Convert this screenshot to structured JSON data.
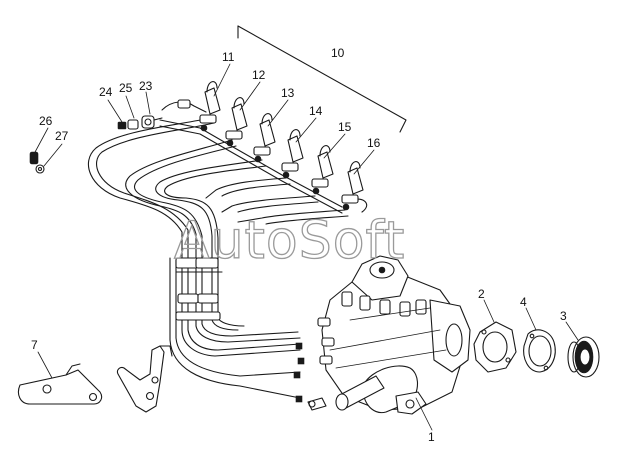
{
  "watermark": "AutoSoft",
  "callouts": {
    "c1": "1",
    "c2": "2",
    "c3": "3",
    "c4": "4",
    "c7": "7",
    "c10": "10",
    "c11": "11",
    "c12": "12",
    "c13": "13",
    "c14": "14",
    "c15": "15",
    "c16": "16",
    "c23": "23",
    "c24": "24",
    "c25": "25",
    "c26": "26",
    "c27": "27"
  }
}
